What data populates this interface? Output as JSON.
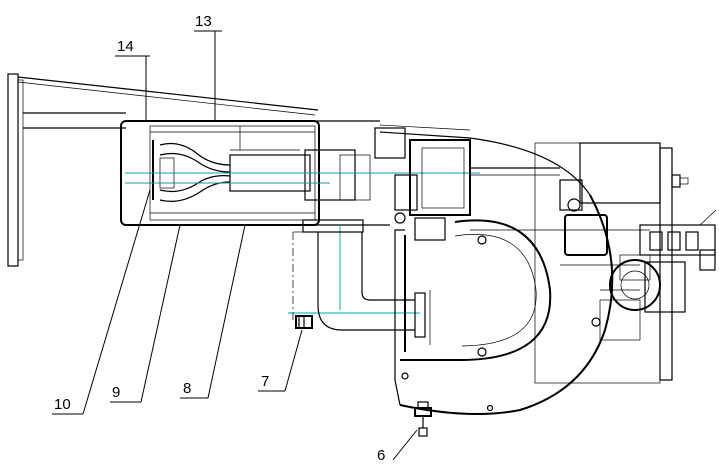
{
  "callouts": [
    {
      "id": "6",
      "text": "6"
    },
    {
      "id": "7",
      "text": "7"
    },
    {
      "id": "8",
      "text": "8"
    },
    {
      "id": "9",
      "text": "9"
    },
    {
      "id": "10",
      "text": "10"
    },
    {
      "id": "13",
      "text": "13"
    },
    {
      "id": "14",
      "text": "14"
    }
  ],
  "colors": {
    "line": "#000000",
    "axis": "#00a0a8",
    "background": "#ffffff"
  }
}
